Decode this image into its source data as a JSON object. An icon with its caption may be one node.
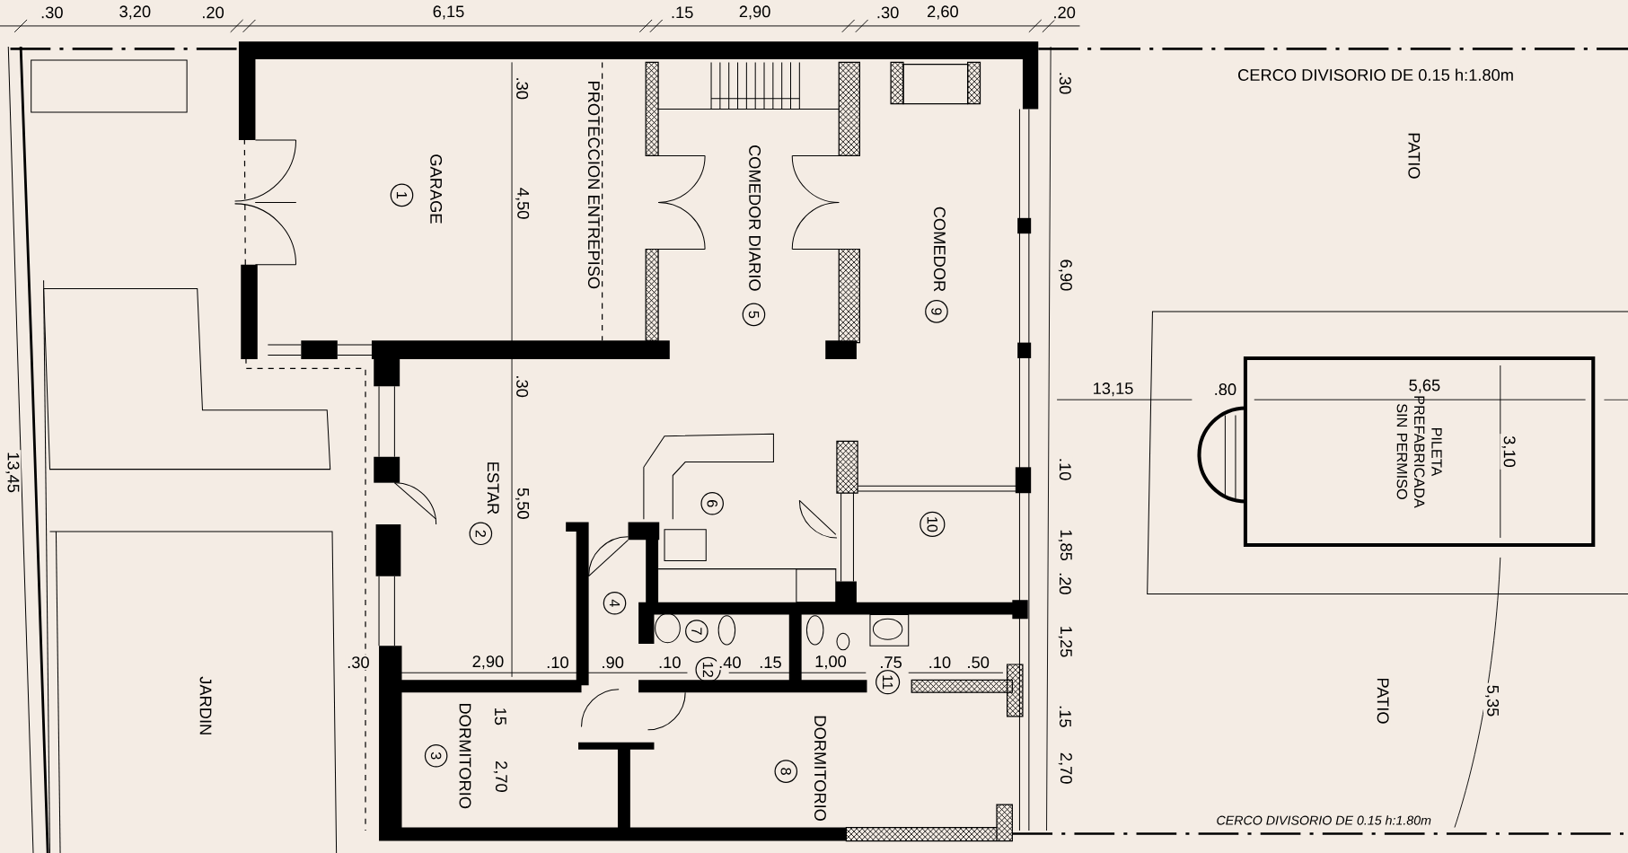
{
  "diagram": {
    "nodes": [
      {
        "text": [
          "1"
        ],
        "beside": [
          "GARAGE"
        ]
      },
      {
        "text": [
          "5"
        ],
        "beside": [
          "COMEDOR DIARIO"
        ]
      },
      {
        "text": [
          "9"
        ],
        "beside": [
          "COMEDOR"
        ]
      },
      {
        "text": [
          "PILETA PREFABRICADA SIN PERMISO"
        ]
      },
      {
        "text": [
          "6"
        ]
      },
      {
        "text": [
          "2"
        ],
        "beside": [
          "ESTAR"
        ]
      },
      {
        "text": [
          "10"
        ]
      },
      {
        "text": [
          "4"
        ]
      },
      {
        "text": [
          "7"
        ]
      },
      {
        "text": [
          "12"
        ]
      },
      {
        "text": [
          "11"
        ]
      },
      {
        "text": [
          "3"
        ],
        "beside": [
          "DORMITORIO"
        ]
      },
      {
        "text": [
          "8"
        ],
        "beside": [
          "DORMITORIO"
        ]
      }
    ],
    "labels": [
      ".30",
      "3,20",
      ".20",
      "6,15",
      ".15",
      "2,90",
      ".30",
      "2,60",
      ".20",
      "CERCO DIVISORIO DE 0.15 h:1.80m",
      ".30",
      ".30",
      "PROTECCION ENTREPISO",
      "PATIO",
      "4,50",
      "6,90",
      ".30",
      "13,15",
      ".80",
      "5,65",
      "3,10",
      "13,45",
      ".10",
      "5,50",
      "1,85",
      ".20",
      "1,25",
      ".30",
      "2,90",
      ".10",
      ".90",
      ".10",
      ".40",
      ".15",
      "1,00",
      ".75",
      ".10",
      ".50",
      "JARDIN",
      "15",
      ".15",
      "PATIO",
      "5,35",
      "2,70",
      "2,70",
      "CERCO DIVISORIO DE 0.15 h:1.80m"
    ]
  }
}
